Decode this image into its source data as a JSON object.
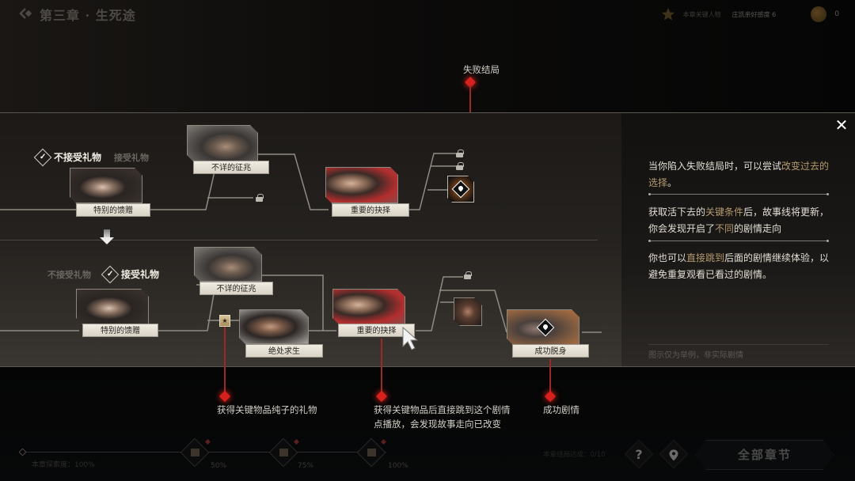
{
  "header": {
    "chapter_title": "第三章 · 生死途",
    "star_label": "本章关键人物",
    "favor_badge": "庄凯亲好感度 6",
    "coin_value": "0"
  },
  "panel": {
    "close_label": "✕",
    "top_row": {
      "choice_selected": "不接受礼物",
      "choice_other": "接受礼物",
      "nodes": [
        "特别的馈赠",
        "不详的征兆",
        "重要的抉择"
      ]
    },
    "bottom_row": {
      "choice_other": "不接受礼物",
      "choice_selected": "接受礼物",
      "nodes": [
        "特别的馈赠",
        "不详的征兆",
        "绝处求生",
        "重要的抉择",
        "成功脱身"
      ]
    },
    "info": {
      "p1_a": "当你陷入失败结局时，可以尝试",
      "p1_hl": "改变过去的选择",
      "p1_b": "。",
      "p2_a": "获取活下去的",
      "p2_hl1": "关键条件",
      "p2_b": "后，故事线将更新，你会发现开启了",
      "p2_hl2": "不同",
      "p2_c": "的剧情走向",
      "p3_a": "你也可以",
      "p3_hl": "直接跳到",
      "p3_b": "后面的剧情继续体验，以避免重复观看已看过的剧情。",
      "footnote": "图示仅为举例，非实际剧情"
    }
  },
  "annotations": {
    "fail_ending": "失败结局",
    "key_item": "获得关键物品纯子的礼物",
    "jump_line1": "获得关键物品后直接跳到这个剧情",
    "jump_line2": "点播放，会发现故事走向已改变",
    "success": "成功剧情"
  },
  "footer": {
    "progress_label": "本章探索度：100%",
    "rewards": [
      {
        "pct": "50%"
      },
      {
        "pct": "75%"
      },
      {
        "pct": "100%"
      }
    ],
    "ending_count": "本章结局达成：0/10",
    "help_icon": "?",
    "all_chapters": "全部章节"
  },
  "colors": {
    "accent_gold": "#b49a6e",
    "annotation_red": "#d8201c"
  }
}
